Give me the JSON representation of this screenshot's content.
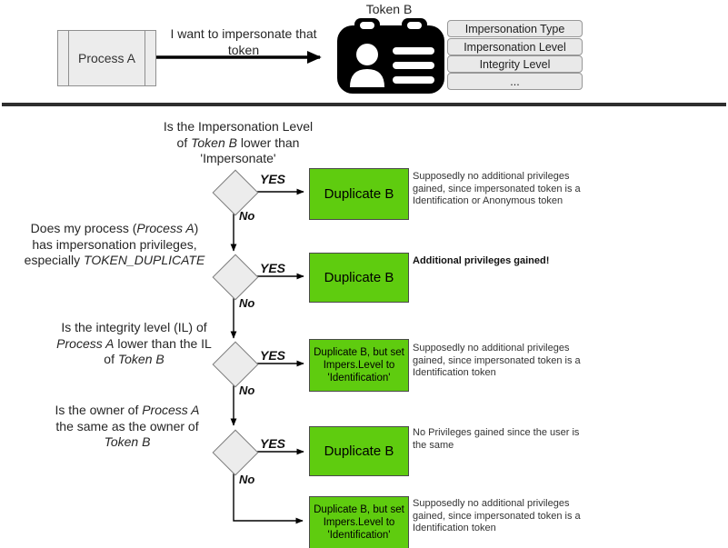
{
  "colors": {
    "action_green": "#5FCC0F",
    "shape_fill": "#ECECEC",
    "shape_border": "#7D7D7D",
    "divider": "#2E2E2E"
  },
  "top": {
    "process_label": "Process A",
    "arrow_message_lines": [
      "I want to impersonate that",
      "token"
    ],
    "token_label": "Token B",
    "token_attributes": [
      "Impersonation Type",
      "Impersonation Level",
      "Integrity Level",
      "..."
    ]
  },
  "flow": {
    "decisions": [
      {
        "question_lines": [
          [
            {
              "t": "Is the Impersonation Level"
            }
          ],
          [
            {
              "t": "of "
            },
            {
              "t": "Token B",
              "i": true
            },
            {
              "t": " lower than"
            }
          ],
          [
            {
              "t": "'Impersonate'"
            }
          ]
        ],
        "yes_label": "YES",
        "no_label": "No",
        "action_lines": [
          "Duplicate B"
        ],
        "note_lines": [
          "Supposedly no additional privileges",
          "gained, since impersonated token is a",
          "Identification or Anonymous token"
        ]
      },
      {
        "question_lines": [
          [
            {
              "t": "Does my process ("
            },
            {
              "t": "Process A",
              "i": true
            },
            {
              "t": ")"
            }
          ],
          [
            {
              "t": "has impersonation privileges,"
            }
          ],
          [
            {
              "t": "especially "
            },
            {
              "t": "TOKEN_DUPLICATE",
              "i": true
            }
          ]
        ],
        "yes_label": "YES",
        "no_label": "No",
        "action_lines": [
          "Duplicate B"
        ],
        "note_lines": [
          "Additional privileges gained!"
        ],
        "note_bold": true
      },
      {
        "question_lines": [
          [
            {
              "t": "Is the integrity level (IL) of"
            }
          ],
          [
            {
              "t": "Process A",
              "i": true
            },
            {
              "t": " lower than the IL"
            }
          ],
          [
            {
              "t": "of "
            },
            {
              "t": "Token B",
              "i": true
            }
          ]
        ],
        "yes_label": "YES",
        "no_label": "No",
        "action_lines": [
          "Duplicate B, but set",
          "Impers.Level to",
          "'Identification'"
        ],
        "note_lines": [
          "Supposedly no additional privileges",
          "gained, since impersonated token is a",
          "Identification token"
        ]
      },
      {
        "question_lines": [
          [
            {
              "t": "Is the owner of "
            },
            {
              "t": "Process A",
              "i": true
            }
          ],
          [
            {
              "t": "the same as the owner of"
            }
          ],
          [
            {
              "t": "Token B",
              "i": true
            }
          ]
        ],
        "yes_label": "YES",
        "no_label": "No",
        "action_lines": [
          "Duplicate B"
        ],
        "note_lines": [
          "No Privileges gained since the user is",
          "the same"
        ]
      }
    ],
    "final_action": {
      "action_lines": [
        "Duplicate B, but set",
        "Impers.Level to",
        "'Identification'"
      ],
      "note_lines": [
        "Supposedly no additional privileges",
        "gained, since impersonated token is a",
        "Identification token"
      ]
    }
  }
}
